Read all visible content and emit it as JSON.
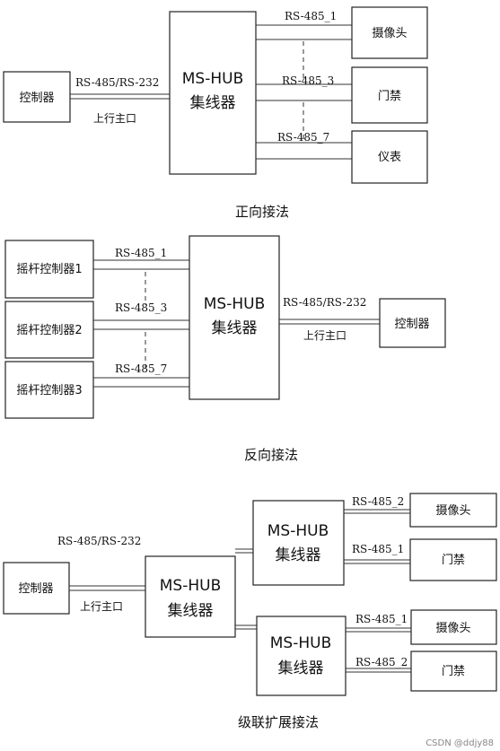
{
  "hub": {
    "line1": "MS-HUB",
    "line2": "集线器"
  },
  "protocols": {
    "uplink": "RS-485/RS-232",
    "uplink_port": "上行主口",
    "ch1": "RS-485_1",
    "ch2": "RS-485_2",
    "ch3": "RS-485_3",
    "ch7": "RS-485_7"
  },
  "devices": {
    "controller": "控制器",
    "camera": "摄像头",
    "door": "门禁",
    "meter": "仪表",
    "joystick1": "摇杆控制器1",
    "joystick2": "摇杆控制器2",
    "joystick3": "摇杆控制器3"
  },
  "captions": {
    "forward": "正向接法",
    "reverse": "反向接法",
    "cascade": "级联扩展接法"
  },
  "watermark": "CSDN @ddjy88"
}
